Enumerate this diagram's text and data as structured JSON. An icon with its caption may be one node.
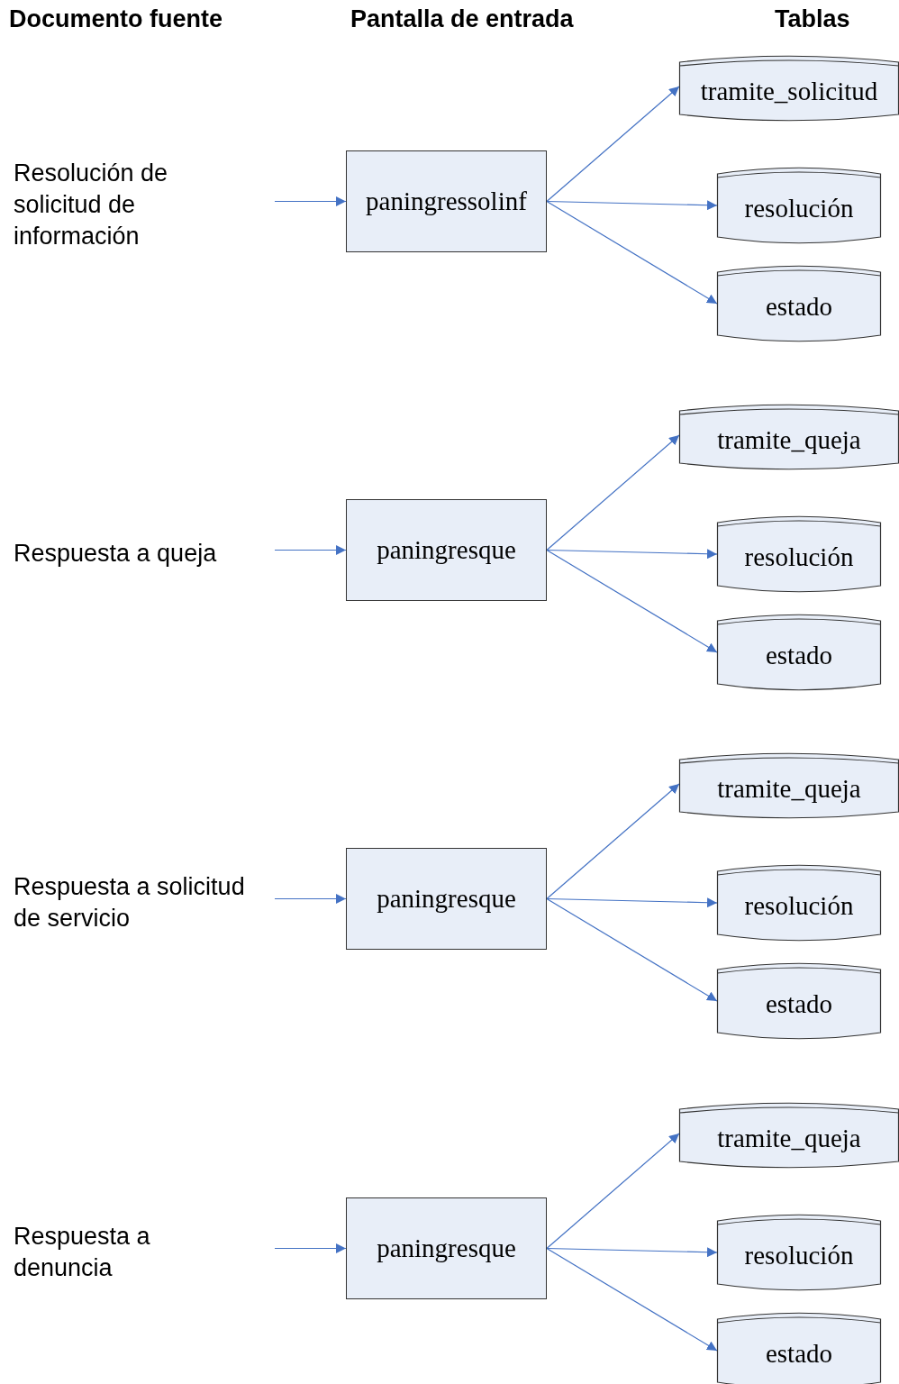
{
  "diagram": {
    "nodes": [
      {
        "text": [
          "paningressolinf"
        ]
      },
      {
        "text": [
          "tramite_solicitud"
        ]
      },
      {
        "text": [
          "resolución"
        ]
      },
      {
        "text": [
          "estado"
        ]
      },
      {
        "text": [
          "paningresque"
        ]
      },
      {
        "text": [
          "tramite_queja"
        ]
      },
      {
        "text": [
          "resolución"
        ]
      },
      {
        "text": [
          "estado"
        ]
      },
      {
        "text": [
          "paningresque"
        ]
      },
      {
        "text": [
          "tramite_queja"
        ]
      },
      {
        "text": [
          "resolución"
        ]
      },
      {
        "text": [
          "estado"
        ]
      },
      {
        "text": [
          "paningresque"
        ]
      },
      {
        "text": [
          "tramite_queja"
        ]
      },
      {
        "text": [
          "resolución"
        ]
      },
      {
        "text": [
          "estado"
        ]
      }
    ],
    "edges": [
      {
        "from": null,
        "to": 0,
        "arrow": "to"
      },
      {
        "from": 0,
        "to": 1,
        "arrow": "to"
      },
      {
        "from": 0,
        "to": 2,
        "arrow": "to"
      },
      {
        "from": 0,
        "to": 3,
        "arrow": "to"
      },
      {
        "from": null,
        "to": 4,
        "arrow": "to"
      },
      {
        "from": 4,
        "to": 5,
        "arrow": "to"
      },
      {
        "from": 4,
        "to": 6,
        "arrow": "to"
      },
      {
        "from": 4,
        "to": 7,
        "arrow": "to"
      },
      {
        "from": null,
        "to": 8,
        "arrow": "to"
      },
      {
        "from": 8,
        "to": 9,
        "arrow": "to"
      },
      {
        "from": 8,
        "to": 10,
        "arrow": "to"
      },
      {
        "from": 8,
        "to": 11,
        "arrow": "to"
      },
      {
        "from": null,
        "to": 12,
        "arrow": "to"
      },
      {
        "from": 12,
        "to": 13,
        "arrow": "to"
      },
      {
        "from": 12,
        "to": 14,
        "arrow": "to"
      },
      {
        "from": 12,
        "to": 15,
        "arrow": "to"
      }
    ],
    "labels": [
      "Documento fuente",
      "Pantalla de entrada",
      "Tablas",
      "Resolución de solicitud de información",
      "Respuesta a queja",
      "Respuesta a solicitud de servicio",
      "Respuesta a denuncia"
    ]
  }
}
